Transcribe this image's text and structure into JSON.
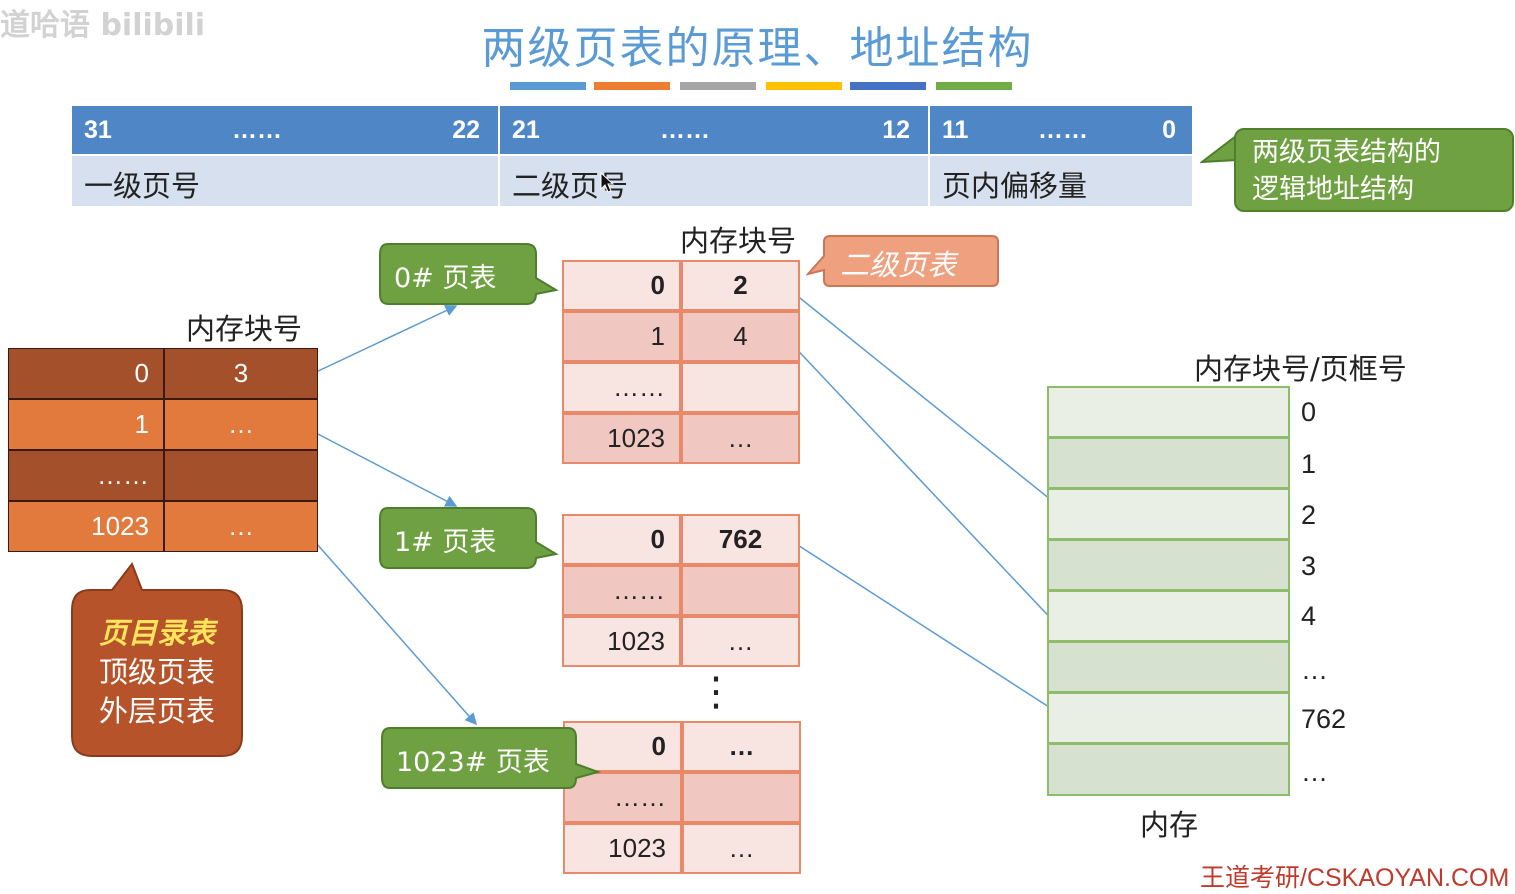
{
  "watermark": "道哈语 bilibili",
  "title": "两级页表的原理、地址结构",
  "color_bars": [
    "#5b9bd5",
    "#ed7d31",
    "#a5a5a5",
    "#ffc000",
    "#4472c4",
    "#70ad47"
  ],
  "address": {
    "segments": [
      {
        "hi": "31",
        "dots": "……",
        "lo": "22",
        "label": "一级页号"
      },
      {
        "hi": "21",
        "dots": "……",
        "lo": "12",
        "label": "二级页号"
      },
      {
        "hi": "11",
        "dots": "……",
        "lo": "0",
        "label": "页内偏移量"
      }
    ],
    "callout": [
      "两级页表结构的",
      "逻辑地址结构"
    ]
  },
  "page_directory": {
    "header": "内存块号",
    "rows": [
      {
        "idx": "0",
        "val": "3"
      },
      {
        "idx": "1",
        "val": "…"
      },
      {
        "idx": "……",
        "val": ""
      },
      {
        "idx": "1023",
        "val": "…"
      }
    ],
    "callout": {
      "title": "页目录表",
      "line2": "顶级页表",
      "line3": "外层页表"
    }
  },
  "second_level": {
    "header": "内存块号",
    "tag": "二级页表",
    "tables": [
      {
        "label": "0# 页表",
        "rows": [
          {
            "idx": "0",
            "val": "2"
          },
          {
            "idx": "1",
            "val": "4"
          },
          {
            "idx": "……",
            "val": ""
          },
          {
            "idx": "1023",
            "val": "…"
          }
        ]
      },
      {
        "label": "1# 页表",
        "rows": [
          {
            "idx": "0",
            "val": "762"
          },
          {
            "idx": "……",
            "val": ""
          },
          {
            "idx": "1023",
            "val": "…"
          }
        ]
      },
      {
        "label": "1023# 页表",
        "rows": [
          {
            "idx": "0",
            "val": "…"
          },
          {
            "idx": "……",
            "val": ""
          },
          {
            "idx": "1023",
            "val": "…"
          }
        ]
      }
    ],
    "vdots": "⋮"
  },
  "memory": {
    "header": "内存块号/页框号",
    "labels": [
      "0",
      "1",
      "2",
      "3",
      "4",
      "…",
      "762",
      "…"
    ],
    "caption": "内存"
  },
  "footer": "王道考研/CSKAOYAN.COM",
  "colors": {
    "accent": "#5b9bd5",
    "green": "#6fa041",
    "orange": "#e17a3c",
    "brown": "#a4502a",
    "salmon": "#eea07f"
  }
}
